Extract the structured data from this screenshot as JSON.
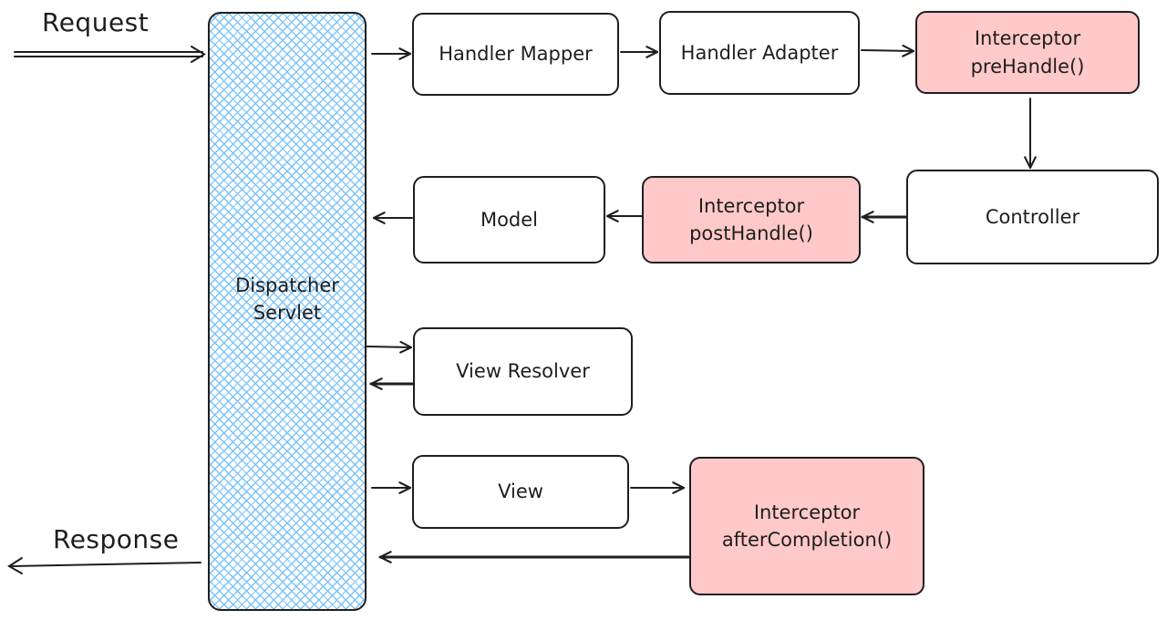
{
  "diagram": {
    "request_label": "Request",
    "response_label": "Response",
    "dispatcher_servlet": "Dispatcher\nServlet",
    "nodes": {
      "handler_mapper": "Handler Mapper",
      "handler_adapter": "Handler Adapter",
      "interceptor_prehandle": "Interceptor\npreHandle()",
      "controller": "Controller",
      "interceptor_posthandle": "Interceptor\npostHandle()",
      "model": "Model",
      "view_resolver": "View Resolver",
      "view": "View",
      "interceptor_aftercompletion": "Interceptor\nafterCompletion()"
    },
    "colors": {
      "stroke": "#1e1e1e",
      "servlet_hatch": "#74c0fc",
      "interceptor_fill": "#ffc9c9",
      "box_fill": "#ffffff"
    }
  }
}
